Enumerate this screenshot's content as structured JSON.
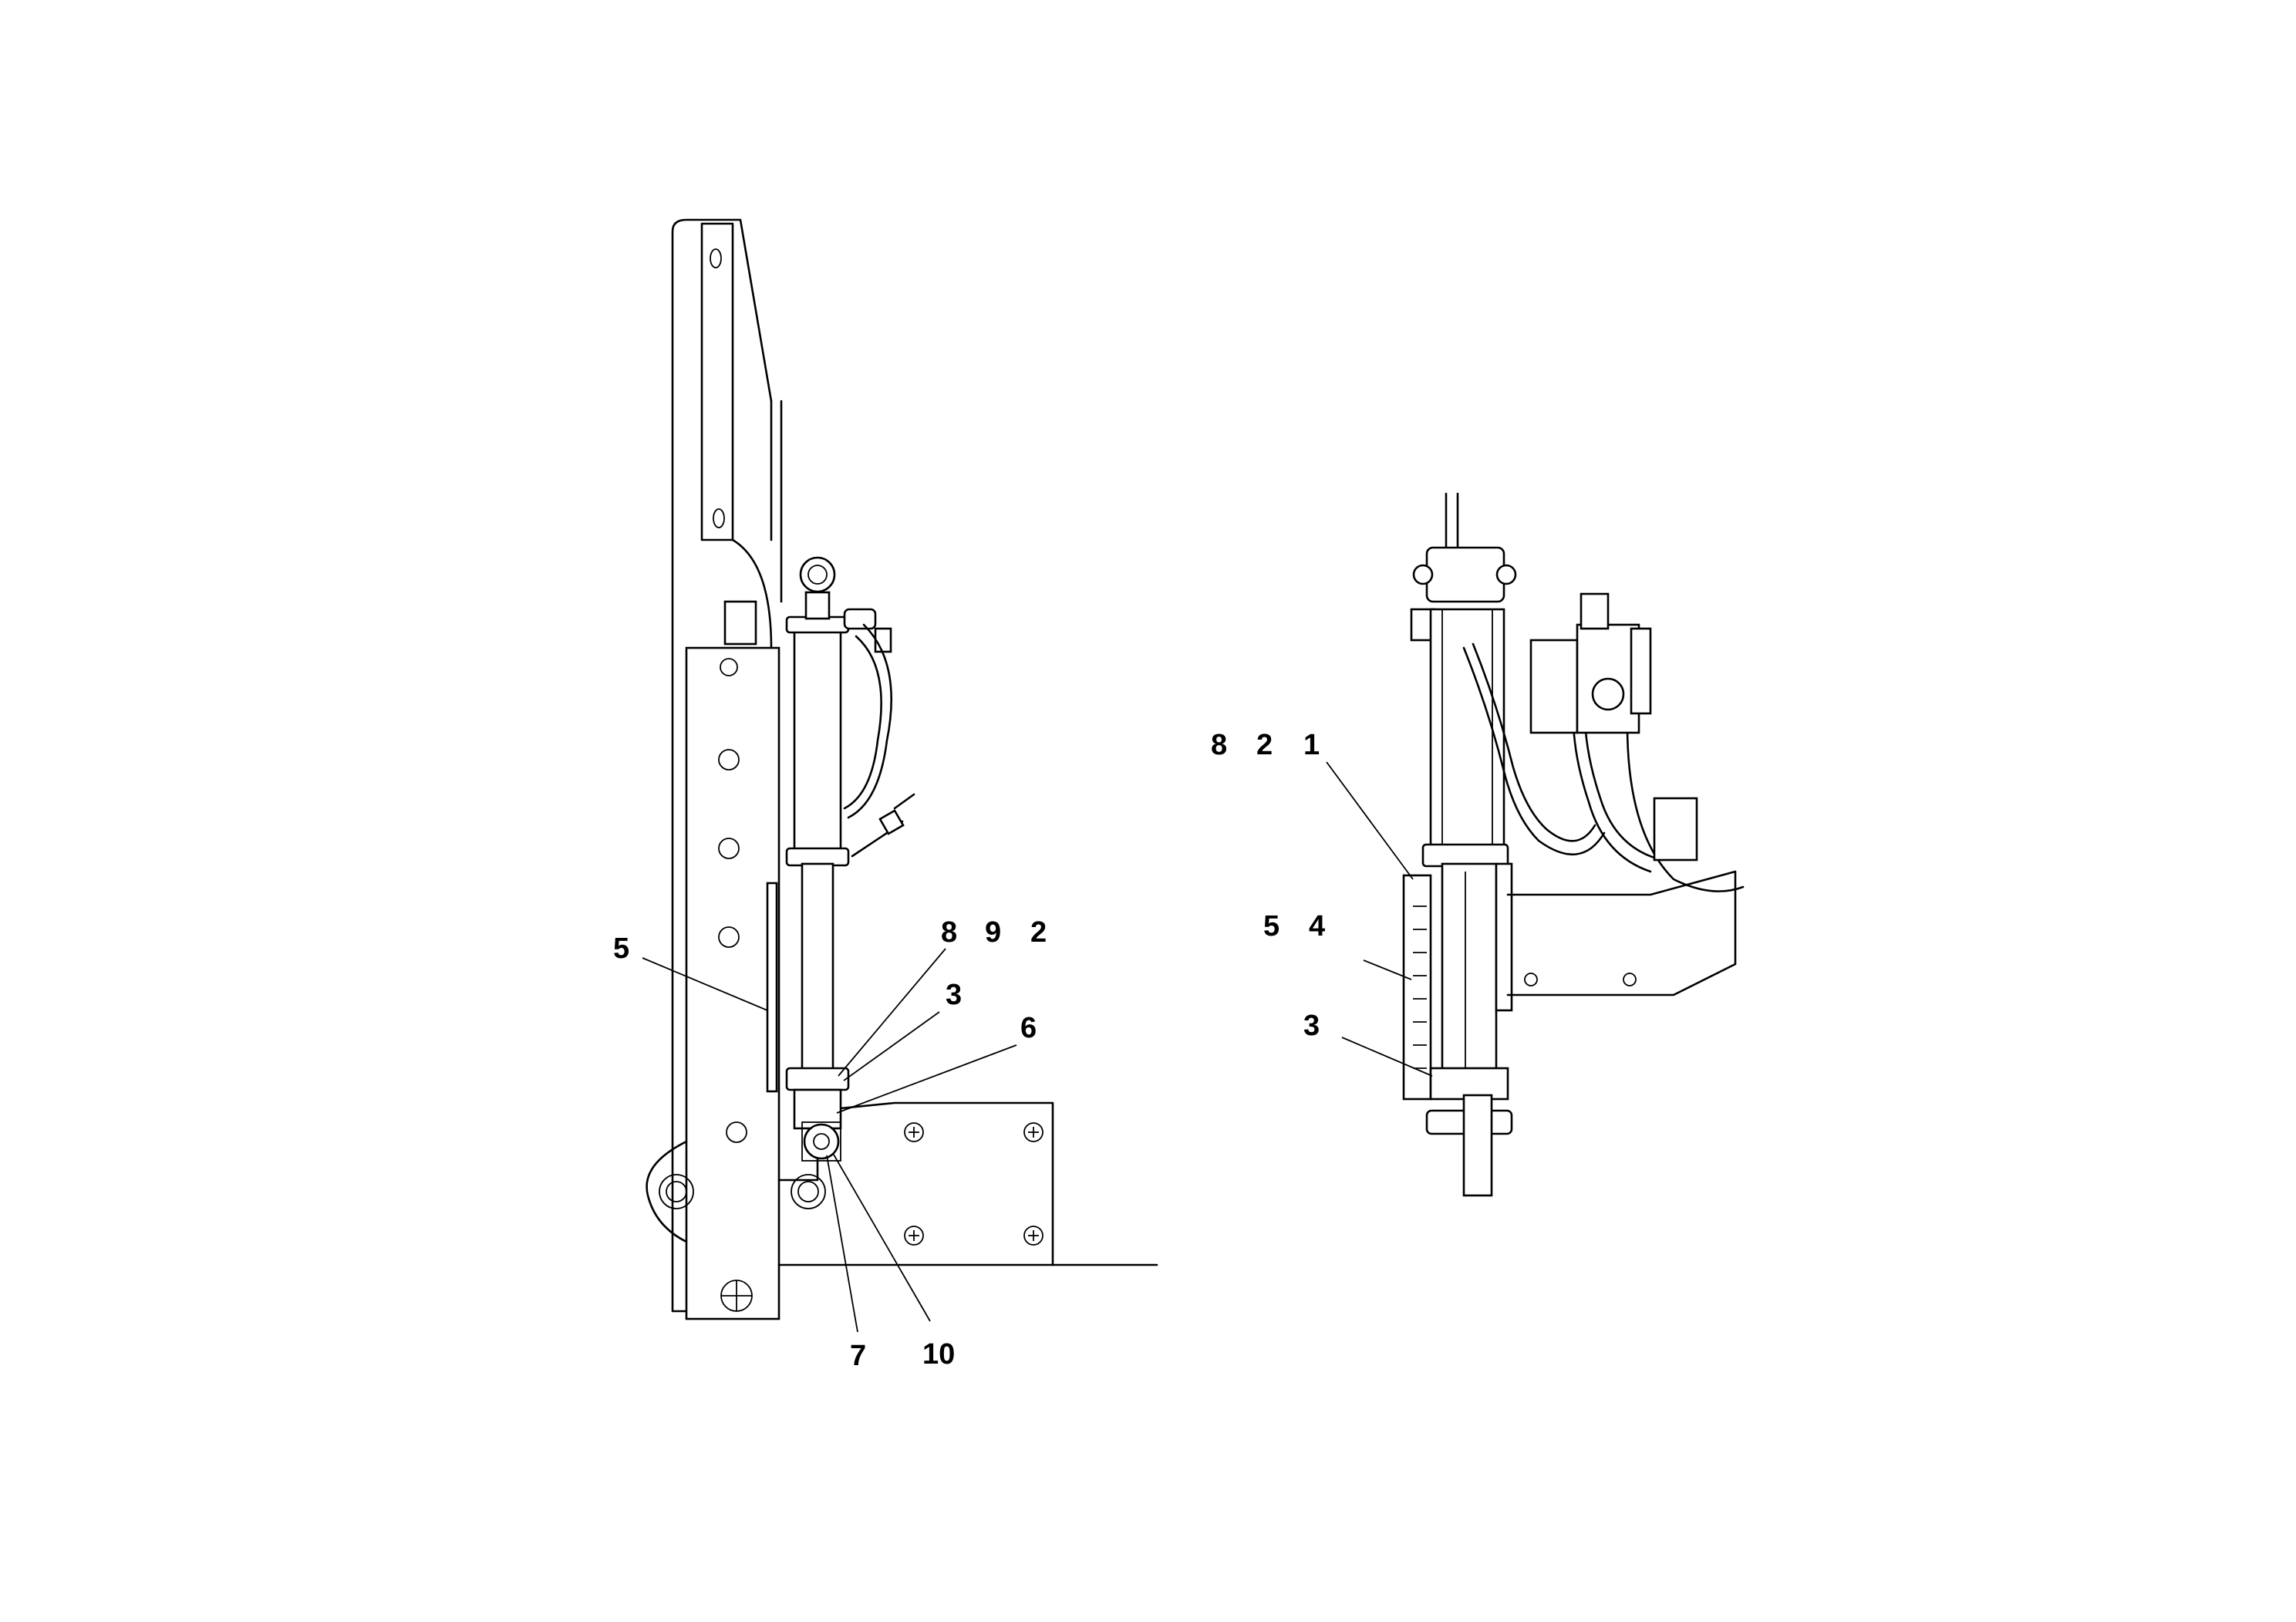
{
  "left_view": {
    "labels": [
      "5",
      "8",
      "9",
      "2",
      "3",
      "6",
      "7",
      "10"
    ]
  },
  "right_view": {
    "labels": [
      "8",
      "2",
      "1",
      "5",
      "4",
      "3"
    ]
  },
  "colors": {
    "line": "#000000",
    "background": "#ffffff"
  }
}
